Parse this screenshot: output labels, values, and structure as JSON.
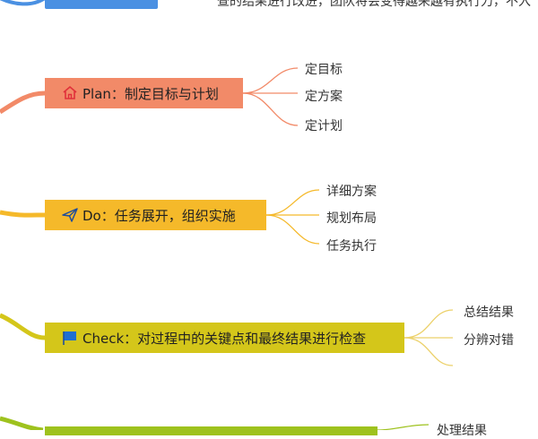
{
  "colors": {
    "blue": "#4a90e2",
    "plan": "#f28a68",
    "do": "#f5b92a",
    "check": "#d4c61a",
    "act": "#9ec21e"
  },
  "top": {
    "text": "查的结果进行改进，团队将会变得越来越有执行力，不入"
  },
  "branches": [
    {
      "icon": "home-icon",
      "label": "Plan：制定目标与计划",
      "leaves": [
        "定目标",
        "定方案",
        "定计划"
      ]
    },
    {
      "icon": "paper-plane-icon",
      "label": "Do：任务展开，组织实施",
      "leaves": [
        "详细方案",
        "规划布局",
        "任务执行"
      ]
    },
    {
      "icon": "flag-icon",
      "label": "Check：对过程中的关键点和最终结果进行检查",
      "leaves": [
        "总结结果",
        "分辨对错"
      ]
    }
  ],
  "bottom": {
    "leaf": "处理结果"
  }
}
